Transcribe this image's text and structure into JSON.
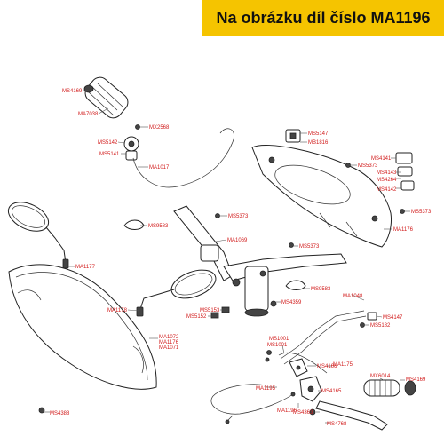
{
  "banner": {
    "text": "Na obrázku díl číslo MA1196",
    "color": "#f5c400"
  },
  "label_color": "#d11a1a",
  "labels": {
    "ms4169": "MS4169",
    "ma7038": "MA7038",
    "mx2568": "MX2568",
    "ms5142": "MS5142",
    "ms5141": "MS5141",
    "ma1017": "MA1017",
    "ms5147": "MS5147",
    "mb1816": "MB1816",
    "ms5373_a": "MS5373",
    "ms4141": "MS4141",
    "ms4143": "MS4143",
    "ms4264": "MS4264",
    "ms4142": "MS4142",
    "ms5373_b": "MS5373",
    "ms5373_c": "MS5373",
    "ma1176_a": "MA1176",
    "ms9583_a": "MS9583",
    "ma1069": "MA1069",
    "ms5373_d": "MS5373",
    "ma1177": "MA1177",
    "ms9583_b": "MS9583",
    "ma1048": "MA1048",
    "ms4359": "MS4359",
    "ma1178": "MA1178",
    "ms5153": "MS5153",
    "ms5152": "MS5152",
    "ms4147": "MS4147",
    "ms5182": "MS5182",
    "ma1072": "MA1072",
    "ma1176_b": "MA1176",
    "ma1071": "MA1071",
    "ms1001_a": "MS1001",
    "ms1001_b": "MS1001",
    "ms4166": "MS4166",
    "ma1175": "MA1175",
    "mx6014": "MX6014",
    "ms4169_b": "MS4169",
    "ma1195": "MA1195",
    "ms4165": "MS4165",
    "ms4363": "MS4363",
    "ma1196": "MA1196",
    "ms4768": "MS4768",
    "ms4388": "MS4388"
  }
}
